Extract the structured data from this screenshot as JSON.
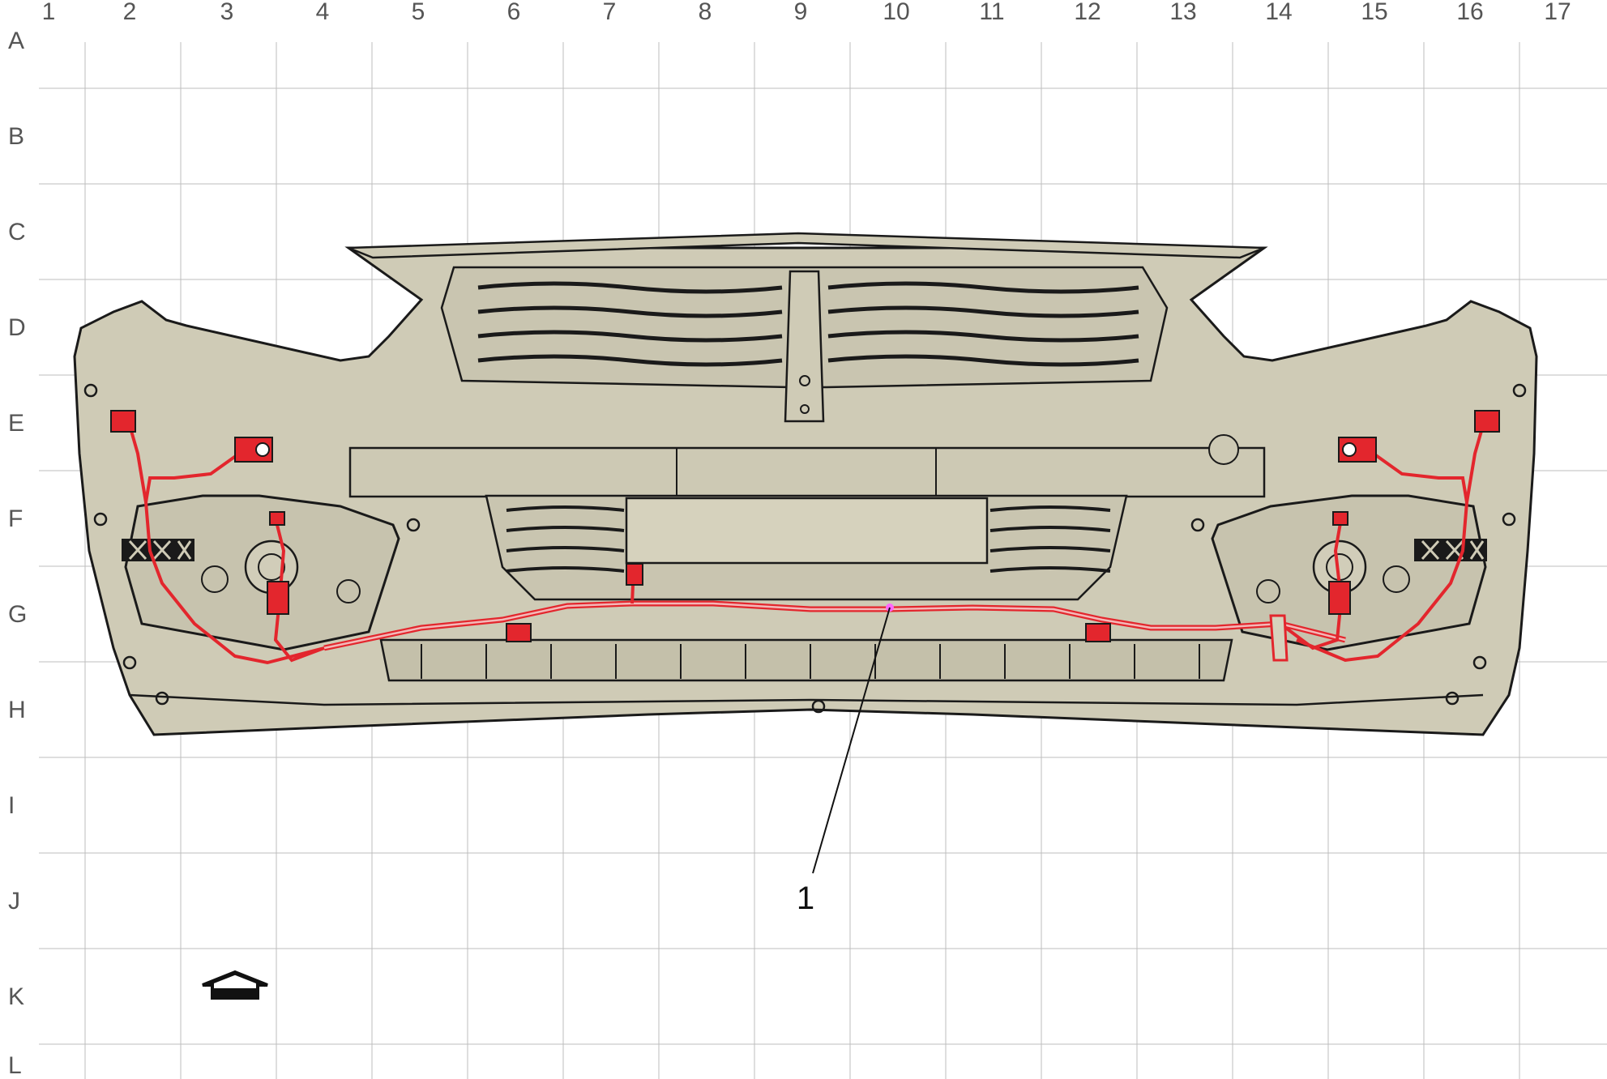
{
  "grid": {
    "columns": [
      "1",
      "2",
      "3",
      "4",
      "5",
      "6",
      "7",
      "8",
      "9",
      "10",
      "11",
      "12",
      "13",
      "14",
      "15",
      "16",
      "17"
    ],
    "rows": [
      "A",
      "B",
      "C",
      "D",
      "E",
      "F",
      "G",
      "H",
      "I",
      "J",
      "K",
      "L"
    ]
  },
  "callouts": [
    {
      "id": "1",
      "label": "1"
    }
  ],
  "colors": {
    "body_fill": "#cfcbb6",
    "outline": "#1a1a1a",
    "harness": "#e3262d",
    "connector_fill": "#e3262d",
    "grid_line": "#bdbdbd",
    "label_text": "#555555",
    "marker_point": "#ff66ff"
  },
  "icons": {
    "view_direction": "front-view-arrow-icon"
  }
}
